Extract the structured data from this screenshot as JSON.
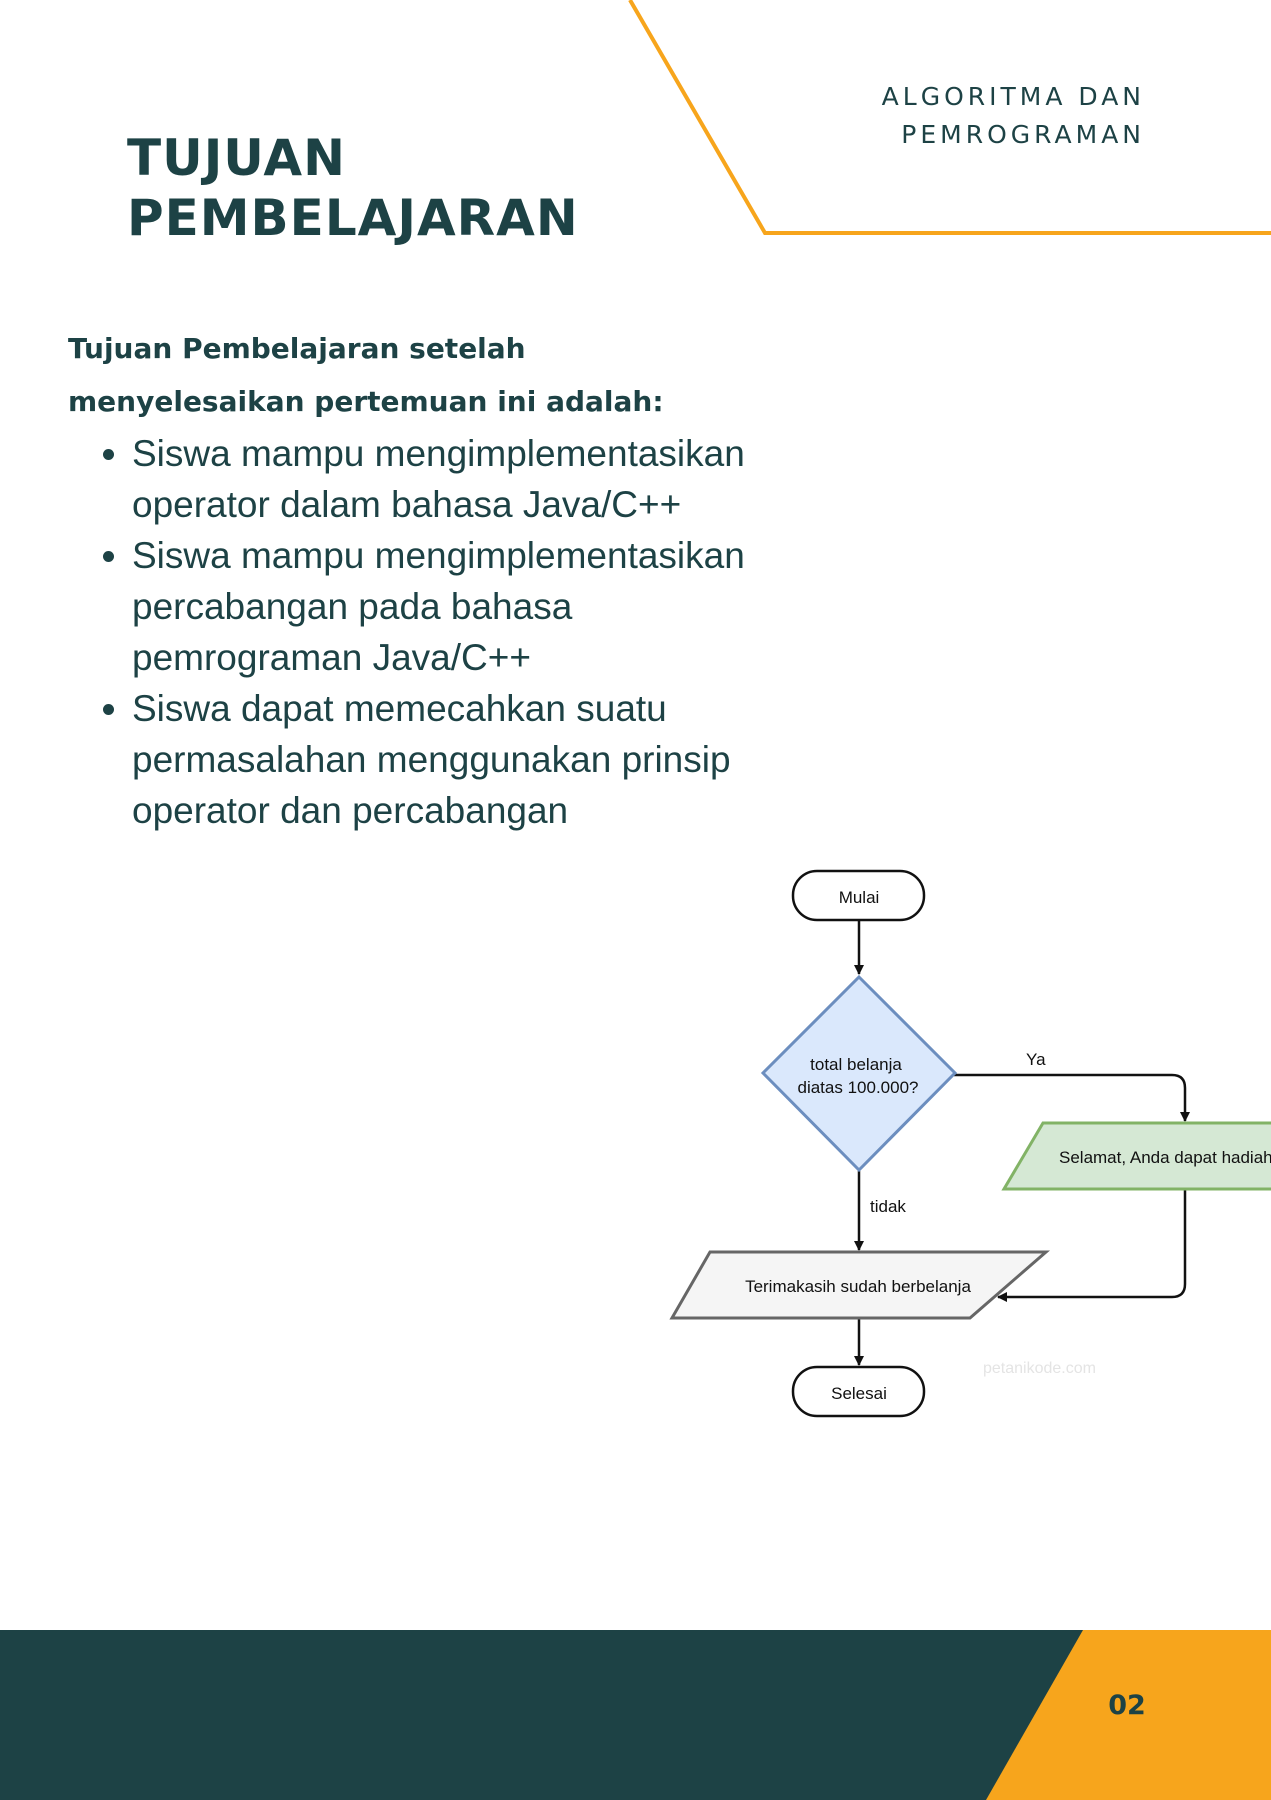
{
  "header": {
    "subject_line1": "ALGORITMA DAN",
    "subject_line2": "PEMROGRAMAN"
  },
  "title": {
    "line1": "TUJUAN",
    "line2": "PEMBELAJARAN"
  },
  "intro_text": "Tujuan Pembelajaran setelah menyelesaikan pertemuan ini adalah:",
  "objectives": [
    "Siswa mampu mengimplementasikan operator dalam bahasa Java/C++",
    "Siswa mampu mengimplementasikan percabangan pada bahasa pemrograman Java/C++",
    "Siswa dapat memecahkan suatu permasalahan menggunakan prinsip operator dan percabangan"
  ],
  "flowchart": {
    "start": "Mulai",
    "decision_line1": "total belanja",
    "decision_line2": "diatas 100.000?",
    "yes_label": "Ya",
    "no_label": "tidak",
    "yes_output": "Selamat, Anda dapat hadiah",
    "output": "Terimakasih sudah berbelanja",
    "end": "Selesai",
    "watermark": "petanikode.com"
  },
  "footer": {
    "page_number": "02"
  },
  "colors": {
    "dark_teal": "#1d4245",
    "accent_orange": "#f7a51c",
    "decision_fill": "#dae8fc",
    "decision_stroke": "#6c8ebf",
    "yes_output_fill": "#d5e8d4",
    "yes_output_stroke": "#82b366"
  }
}
